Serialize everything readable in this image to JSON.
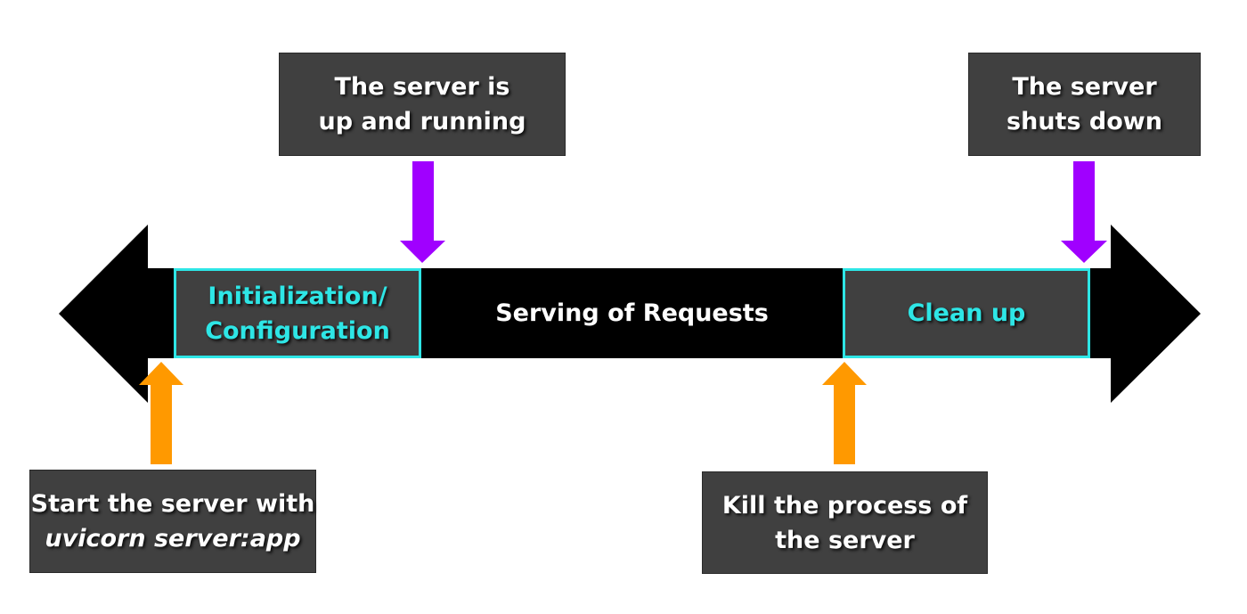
{
  "colors": {
    "timeline": "#000000",
    "box_fill": "#404040",
    "phase_border": "#2ee6e6",
    "phase_text": "#2ee6e6",
    "down_arrow": "#a000ff",
    "up_arrow": "#ff9900",
    "text": "#ffffff"
  },
  "timeline": {
    "phases": {
      "init": {
        "line1": "Initialization/",
        "line2": "Configuration"
      },
      "serving": "Serving of Requests",
      "cleanup": "Clean up"
    }
  },
  "callouts": {
    "running": {
      "line1": "The server is",
      "line2": "up and running",
      "arrow": "down-arrow-icon"
    },
    "shutdown": {
      "line1": "The server",
      "line2": "shuts down",
      "arrow": "down-arrow-icon"
    },
    "start": {
      "line1": "Start the server with",
      "line2": "uvicorn server:app",
      "arrow": "up-arrow-icon"
    },
    "kill": {
      "line1": "Kill the process of",
      "line2": "the server",
      "arrow": "up-arrow-icon"
    }
  }
}
